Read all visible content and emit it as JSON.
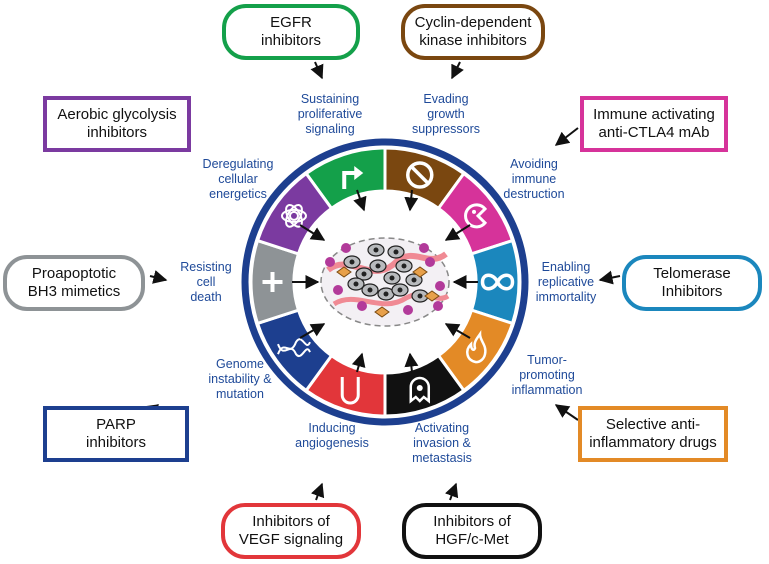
{
  "colors": {
    "egfr": "#14a04a",
    "cdk": "#7a4710",
    "immune": "#d6339a",
    "telomerase": "#1b87bd",
    "antiinflammatory": "#e38a26",
    "hgf": "#111111",
    "vegf": "#e2363a",
    "parp": "#1d3f8f",
    "bh3": "#8e9396",
    "glycolysis": "#7b3aa0",
    "ring_border": "#1d3f8f",
    "hallmark_text": "#1f4a99"
  },
  "therapies": [
    {
      "id": "egfr",
      "lines": [
        "EGFR",
        "inhibitors"
      ]
    },
    {
      "id": "cdk",
      "lines": [
        "Cyclin-dependent",
        "kinase inhibitors"
      ]
    },
    {
      "id": "immune",
      "lines": [
        "Immune activating",
        "anti-CTLA4 mAb"
      ]
    },
    {
      "id": "telomerase",
      "lines": [
        "Telomerase",
        "Inhibitors"
      ]
    },
    {
      "id": "antiinflammatory",
      "lines": [
        "Selective anti-",
        "inflammatory drugs"
      ]
    },
    {
      "id": "hgf",
      "lines": [
        "Inhibitors of",
        "HGF/c-Met"
      ]
    },
    {
      "id": "vegf",
      "lines": [
        "Inhibitors of",
        "VEGF signaling"
      ]
    },
    {
      "id": "parp",
      "lines": [
        "PARP",
        "inhibitors"
      ]
    },
    {
      "id": "bh3",
      "lines": [
        "Proapoptotic",
        "BH3 mimetics"
      ]
    },
    {
      "id": "glycolysis",
      "lines": [
        "Aerobic glycolysis",
        "inhibitors"
      ]
    }
  ],
  "hallmarks": [
    {
      "id": "proliferative",
      "lines": [
        "Sustaining",
        "proliferative",
        "signaling"
      ]
    },
    {
      "id": "growth",
      "lines": [
        "Evading",
        "growth",
        "suppressors"
      ]
    },
    {
      "id": "immune",
      "lines": [
        "Avoiding",
        "immune",
        "destruction"
      ]
    },
    {
      "id": "replicative",
      "lines": [
        "Enabling",
        "replicative",
        "immortality"
      ]
    },
    {
      "id": "inflammation",
      "lines": [
        "Tumor-",
        "promoting",
        "inflammation"
      ]
    },
    {
      "id": "invasion",
      "lines": [
        "Activating",
        "invasion &",
        "metastasis"
      ]
    },
    {
      "id": "angiogenesis",
      "lines": [
        "Inducing",
        "angiogenesis"
      ]
    },
    {
      "id": "genome",
      "lines": [
        "Genome",
        "instability &",
        "mutation"
      ]
    },
    {
      "id": "death",
      "lines": [
        "Resisting",
        "cell",
        "death"
      ]
    },
    {
      "id": "energetics",
      "lines": [
        "Deregulating",
        "cellular",
        "energetics"
      ]
    }
  ],
  "ring_segments": [
    {
      "id": "egfr",
      "icon": "arrow-icon"
    },
    {
      "id": "cdk",
      "icon": "no-entry-icon"
    },
    {
      "id": "immune",
      "icon": "pacman-cell-icon"
    },
    {
      "id": "telomerase",
      "icon": "infinity-icon"
    },
    {
      "id": "antiinflammatory",
      "icon": "flame-icon"
    },
    {
      "id": "hgf",
      "icon": "ghost-cell-icon"
    },
    {
      "id": "vegf",
      "icon": "vessel-icon"
    },
    {
      "id": "parp",
      "icon": "dna-icon"
    },
    {
      "id": "bh3",
      "icon": "plus-icon"
    },
    {
      "id": "glycolysis",
      "icon": "atom-icon"
    }
  ]
}
